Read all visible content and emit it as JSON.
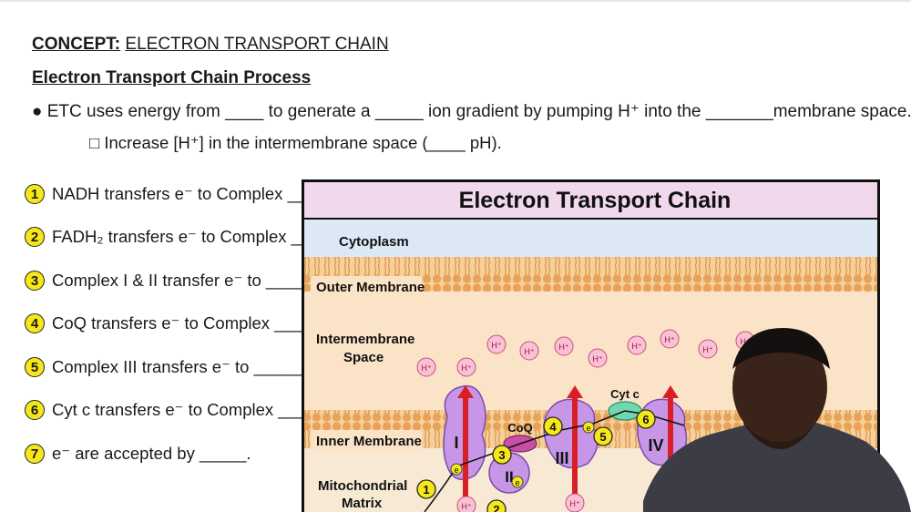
{
  "header": {
    "concept_prefix": "CONCEPT:",
    "concept_title": "ELECTRON TRANSPORT CHAIN",
    "subtitle": "Electron Transport Chain Process"
  },
  "bullet": {
    "text": "● ETC uses energy from ____ to generate a _____ ion gradient by pumping H⁺ into the _______membrane space."
  },
  "subbullet": {
    "text": "□ Increase [H⁺] in the intermembrane space (____ pH)."
  },
  "steps": [
    {
      "num": "1",
      "text": "NADH transfers e⁻ to Complex __."
    },
    {
      "num": "2",
      "text": "FADH₂ transfers e⁻ to Complex __."
    },
    {
      "num": "3",
      "text": "Complex I & II transfer e⁻ to _____."
    },
    {
      "num": "4",
      "text": "CoQ transfers e⁻ to Complex ____."
    },
    {
      "num": "5",
      "text": "Complex III transfers e⁻ to ______."
    },
    {
      "num": "6",
      "text": "Cyt c transfers e⁻ to Complex ____."
    },
    {
      "num": "7",
      "text": "e⁻ are accepted by _____."
    }
  ],
  "diagram": {
    "title": "Electron Transport Chain",
    "cytoplasm": "Cytoplasm",
    "outer_membrane": "Outer Membrane",
    "intermembrane_line1": "Intermembrane",
    "intermembrane_line2": "Space",
    "inner_membrane": "Inner Membrane",
    "matrix_line1": "Mitochondrial",
    "matrix_line2": "Matrix",
    "proton": "H⁺",
    "complex_1": "I",
    "complex_2": "II",
    "complex_3": "III",
    "complex_4": "IV",
    "coq": "CoQ",
    "cytc": "Cyt c",
    "electron": "e",
    "marker_1": "1",
    "marker_2": "2",
    "marker_3": "3",
    "marker_4": "4",
    "marker_5": "5",
    "marker_6": "6"
  },
  "colors": {
    "frame_border": "#111111",
    "title_band": "#f1d8ec",
    "cytoplasm_band": "#dde8f6",
    "membrane": "#e8a35b",
    "intermembrane_band": "#fbe3c7",
    "complex": "#c896e6",
    "coq": "#c84fa8",
    "cytc": "#6fd8b2",
    "proton_arrow": "#d91f26",
    "marker": "#f6e718"
  }
}
